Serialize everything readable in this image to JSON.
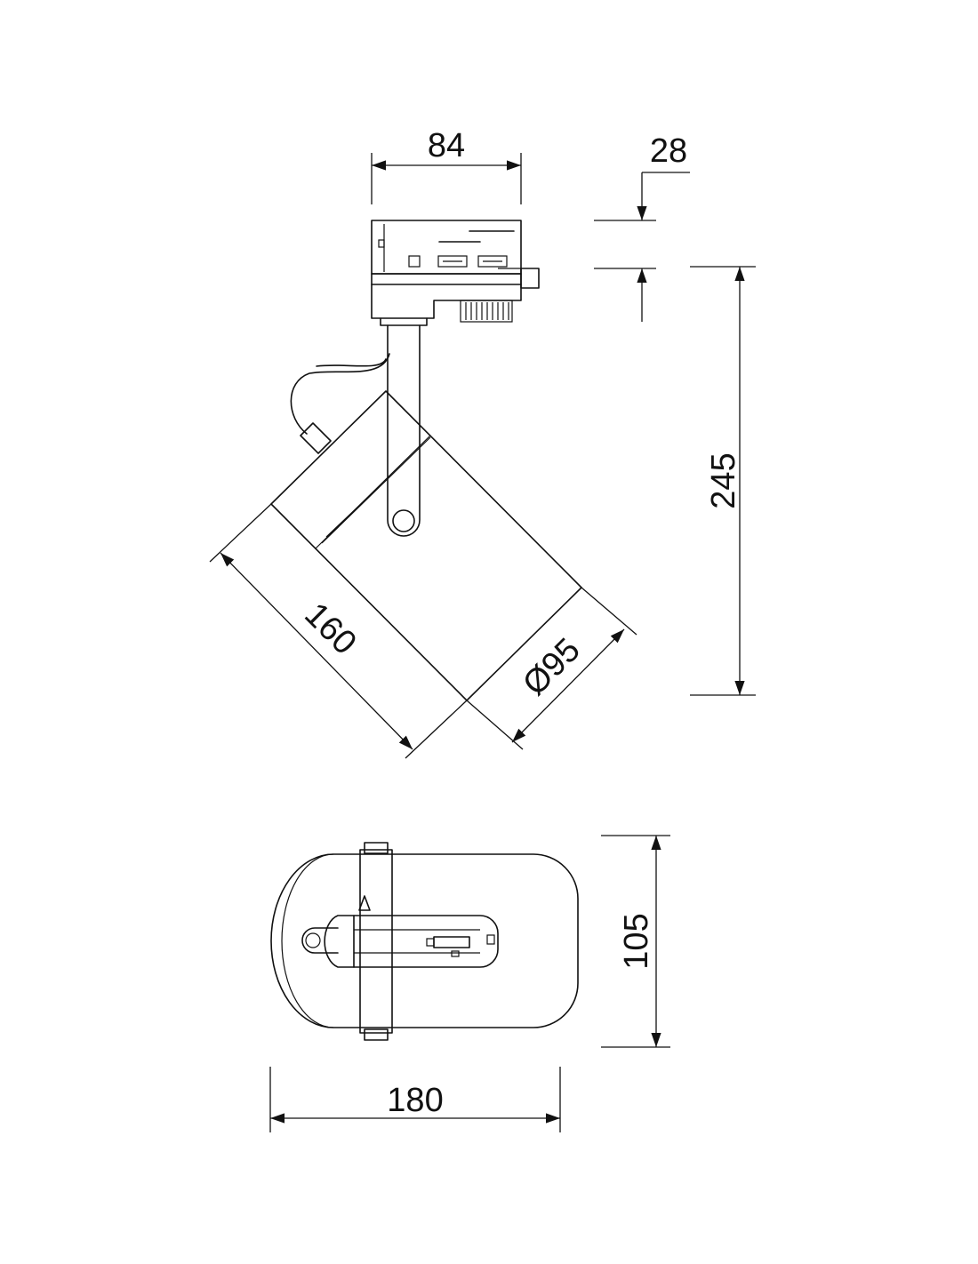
{
  "dimensions": {
    "mount_width": "84",
    "adapter_height": "28",
    "total_height": "245",
    "body_length": "160",
    "body_diameter": "Ø95",
    "top_view_length": "180",
    "top_view_width": "105"
  },
  "colors": {
    "line": "#111111",
    "background": "#ffffff"
  }
}
